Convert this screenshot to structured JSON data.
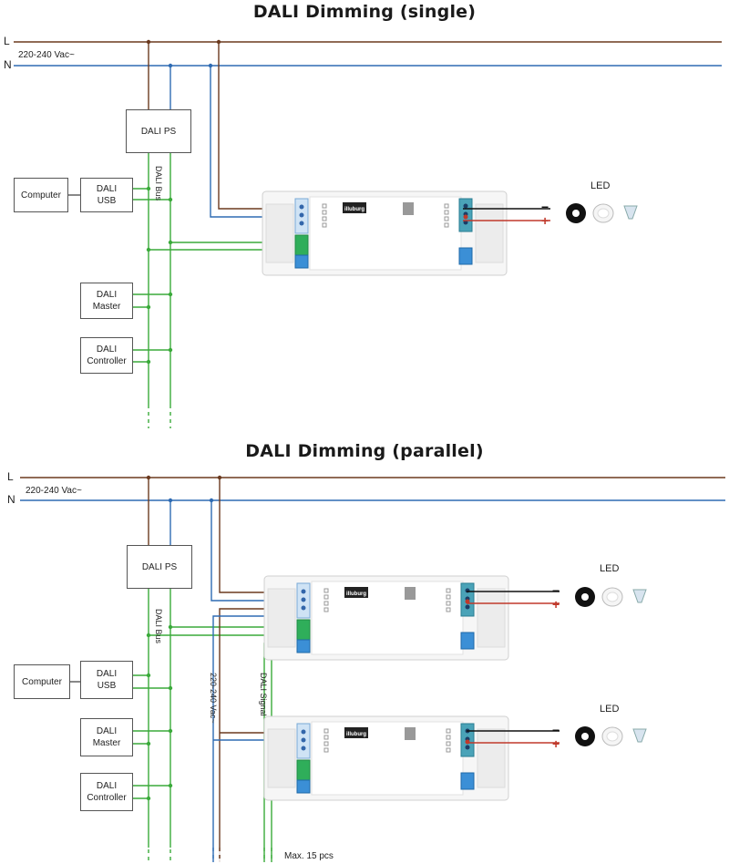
{
  "section_single": {
    "title": "DALI Dimming (single)",
    "line_L": "L",
    "line_N": "N",
    "voltage": "220-240 Vac~",
    "ps": "DALI PS",
    "bus": "DALI Bus",
    "computer": "Computer",
    "usb_line1": "DALI",
    "usb_line2": "USB",
    "master_line1": "DALI",
    "master_line2": "Master",
    "controller_line1": "DALI",
    "controller_line2": "Controller",
    "led": "LED",
    "minus": "−",
    "plus": "+"
  },
  "section_parallel": {
    "title": "DALI Dimming (parallel)",
    "line_L": "L",
    "line_N": "N",
    "voltage": "220-240 Vac~",
    "ps": "DALI PS",
    "bus": "DALI Bus",
    "computer": "Computer",
    "usb_line1": "DALI",
    "usb_line2": "USB",
    "master_line1": "DALI",
    "master_line2": "Master",
    "controller_line1": "DALI",
    "controller_line2": "Controller",
    "led_1": "LED",
    "led_2": "LED",
    "minus": "−",
    "plus": "+",
    "vac_vertical": "220-240 Vac~",
    "signal_vertical": "DALI Signal",
    "max_pcs": "Max. 15 pcs"
  },
  "driver": {
    "brand": "illuburg"
  },
  "colors": {
    "live": "#6b3a1f",
    "neutral": "#2e6bb3",
    "dali": "#3aaa3a",
    "led_minus": "#111111",
    "led_plus": "#c0392b",
    "terminal_green": "#2fae5a",
    "terminal_blue": "#3b8fd6"
  }
}
